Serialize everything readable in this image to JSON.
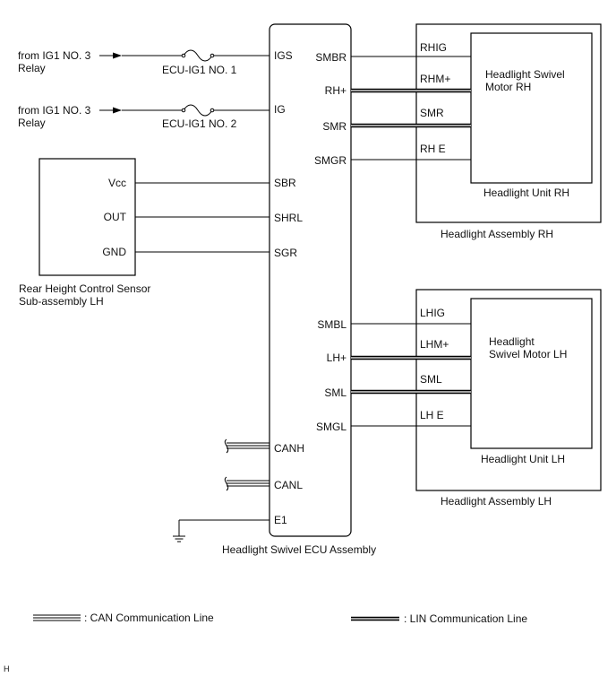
{
  "ecu": {
    "label": "Headlight Swivel ECU Assembly",
    "pins_left": [
      "IGS",
      "IG",
      "SBR",
      "SHRL",
      "SGR",
      "CANH",
      "CANL",
      "E1"
    ],
    "pins_right": [
      "SMBR",
      "RH+",
      "SMR",
      "SMGR",
      "SMBL",
      "LH+",
      "SML",
      "SMGL"
    ]
  },
  "power": {
    "source1": [
      "from IG1 NO. 3",
      "Relay"
    ],
    "source2": [
      "from IG1 NO. 3",
      "Relay"
    ],
    "fuse1": "ECU-IG1 NO. 1",
    "fuse2": "ECU-IG1 NO. 2"
  },
  "sensor": {
    "pins": [
      "Vcc",
      "OUT",
      "GND"
    ],
    "label": [
      "Rear Height Control Sensor",
      "Sub-assembly LH"
    ]
  },
  "rh": {
    "pins": [
      "RHIG",
      "RHM+",
      "SMR",
      "RH E"
    ],
    "motor": [
      "Headlight Swivel",
      "Motor RH"
    ],
    "unit": "Headlight Unit RH",
    "assembly": "Headlight Assembly RH"
  },
  "lh": {
    "pins": [
      "LHIG",
      "LHM+",
      "SML",
      "LH E"
    ],
    "motor": [
      "Headlight",
      "Swivel Motor LH"
    ],
    "unit": "Headlight Unit LH",
    "assembly": "Headlight Assembly LH"
  },
  "legend": {
    "can": ": CAN Communication Line",
    "lin": ": LIN Communication Line"
  },
  "corner_code": "H"
}
